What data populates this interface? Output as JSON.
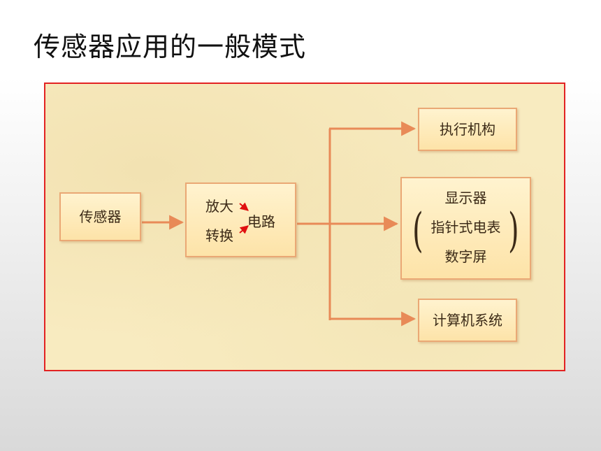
{
  "slide": {
    "title": "传感器应用的一般模式"
  },
  "diagram": {
    "sensor": "传感器",
    "amplifier": {
      "line1": "放大",
      "line2": "转换",
      "circuit": "电路"
    },
    "executor": "执行机构",
    "display": {
      "title": "显示器",
      "item1": "指针式电表",
      "item2": "数字屏",
      "paren_left": "(",
      "paren_right": ")"
    },
    "computer": "计算机系统"
  },
  "colors": {
    "frame_border": "#e22222",
    "box_border": "#eaa875",
    "arrow": "#e88a57",
    "highlight_arrow": "#e01010",
    "background": "#f8ebc0"
  }
}
